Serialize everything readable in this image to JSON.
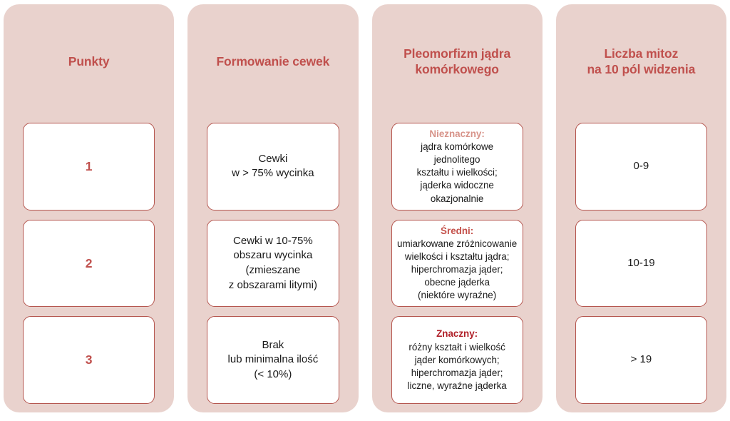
{
  "theme": {
    "panel_bg": "#e9d2cd",
    "card_bg": "#ffffff",
    "card_border": "#b5564f",
    "header_text": "#c0504d",
    "body_text": "#1a1a1a"
  },
  "columns": [
    {
      "id": "punkty",
      "header": "Punkty",
      "cells": [
        {
          "type": "score",
          "value": "1"
        },
        {
          "type": "score",
          "value": "2"
        },
        {
          "type": "score",
          "value": "3"
        }
      ]
    },
    {
      "id": "formowanie-cewek",
      "header": "Formowanie cewek",
      "cells": [
        {
          "type": "text",
          "value": "Cewki\nw > 75% wycinka"
        },
        {
          "type": "text",
          "value": "Cewki w 10-75%\nobszaru wycinka\n(zmieszane\nz obszarami litymi)"
        },
        {
          "type": "text",
          "value": "Brak\nlub minimalna ilość\n(< 10%)"
        }
      ]
    },
    {
      "id": "pleomorfizm-jadra",
      "header": "Pleomorfizm jądra\nkomórkowego",
      "cells": [
        {
          "type": "graded",
          "label": "Nieznaczny:",
          "label_color": "#d79389",
          "value": "jądra komórkowe\njednolitego\nkształtu i wielkości;\njąderka widoczne\nokazjonalnie"
        },
        {
          "type": "graded",
          "label": "Średni:",
          "label_color": "#c4504a",
          "value": "umiarkowane zróżnicowanie\nwielkości i kształtu jądra;\nhiperchromazja jąder;\nobecne jąderka\n(niektóre wyraźne)"
        },
        {
          "type": "graded",
          "label": "Znaczny:",
          "label_color": "#b01f28",
          "value": "różny kształt i wielkość\njąder komórkowych;\nhiperchromazja jąder;\nliczne, wyraźne jąderka"
        }
      ]
    },
    {
      "id": "liczba-mitoz",
      "header": "Liczba mitoz\nna 10 pól widzenia",
      "cells": [
        {
          "type": "text",
          "value": "0-9"
        },
        {
          "type": "text",
          "value": "10-19"
        },
        {
          "type": "text",
          "value": "> 19"
        }
      ]
    }
  ]
}
